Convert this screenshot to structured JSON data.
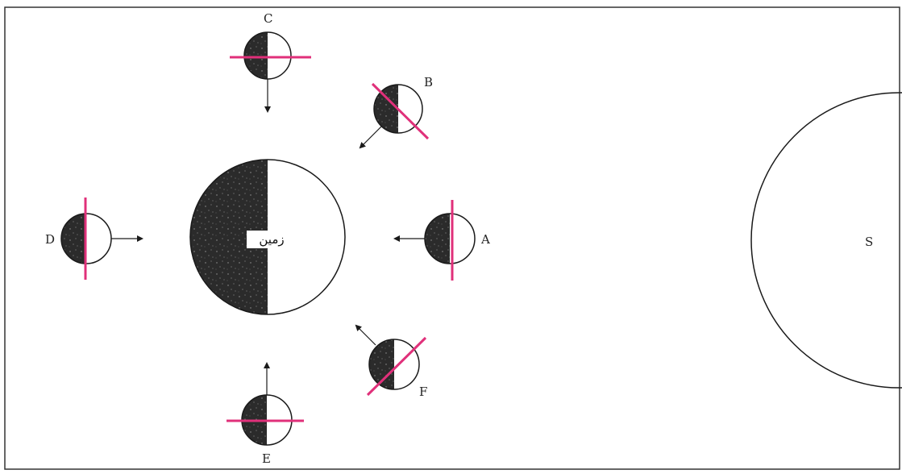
{
  "diagram": {
    "earth_label": "زمین",
    "sun_label": "S",
    "positions": {
      "A": "A",
      "B": "B",
      "C": "C",
      "D": "D",
      "E": "E",
      "F": "F"
    },
    "colors": {
      "dark_side": "#2b2b2b",
      "terminator_line": "#e0307a",
      "outline": "#1a1a1a",
      "frame": "#333333"
    }
  }
}
